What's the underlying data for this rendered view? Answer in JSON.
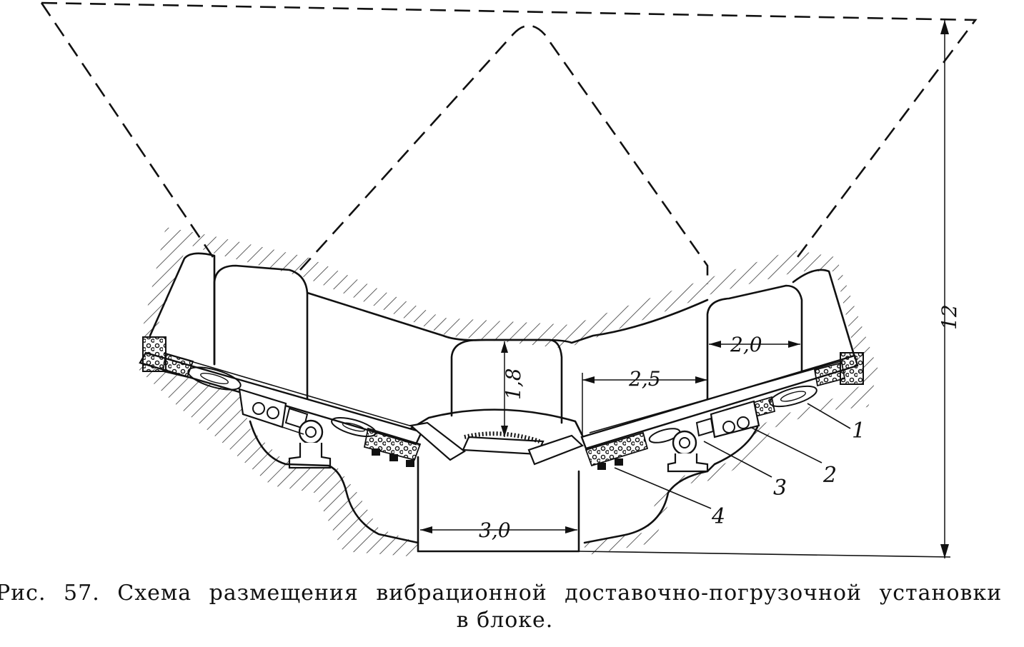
{
  "figure": {
    "labels": {
      "one": "1",
      "two": "2",
      "three": "3",
      "four": "4"
    },
    "dimensions": {
      "height_total": "12",
      "chamber_height": "1,8",
      "offset": "2,5",
      "right_width": "2,0",
      "bottom_width": "3,0"
    }
  },
  "caption": {
    "line1": "Рис. 57. Схема размещения вибрационной доставочно-погрузочной установки",
    "line2": "в блоке."
  }
}
